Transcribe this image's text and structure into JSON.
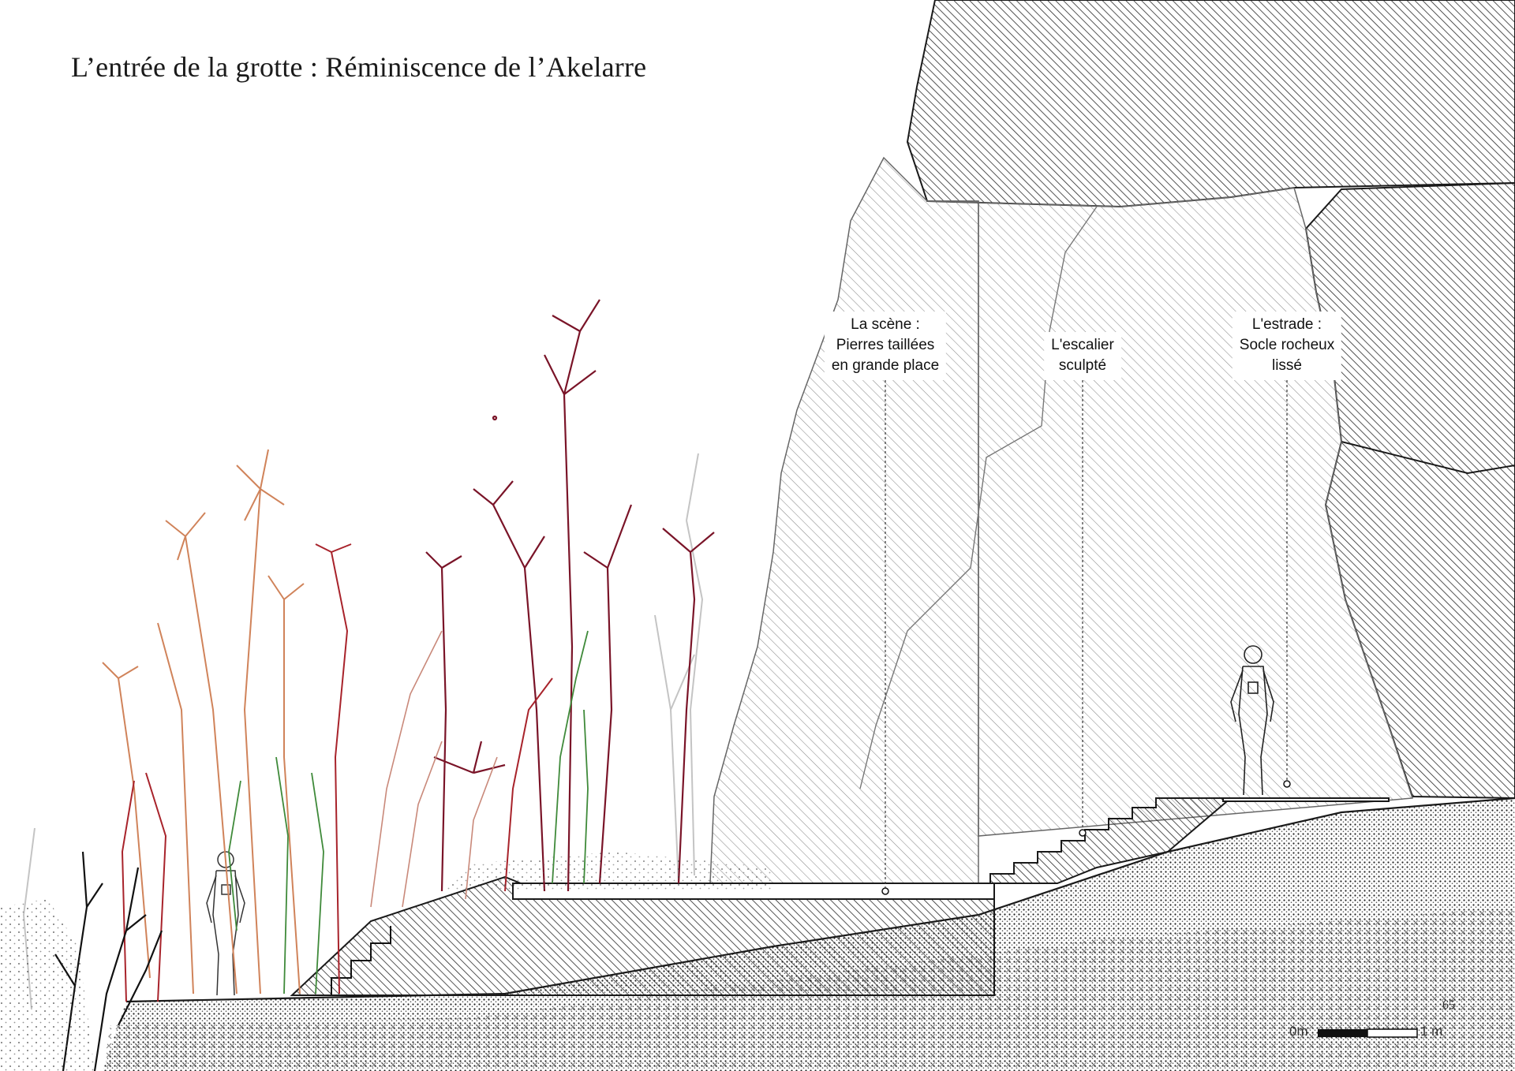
{
  "title": "L’entrée de la grotte : Réminiscence de l’Akelarre",
  "labels": {
    "scene": [
      "La scène :",
      "Pierres taillées",
      "en grande place"
    ],
    "escalier": [
      "L'escalier",
      "sculpté"
    ],
    "estrade": [
      "L'estrade :",
      "Socle rocheux",
      "lissé"
    ]
  },
  "scale_bar": {
    "start": "0m",
    "end": "1 m"
  },
  "page_number": "65",
  "colors": {
    "ink": "#1a1a1a",
    "rock_dark": "#3a3a3a",
    "rock_light": "#8a8a8a",
    "plant_maroon": "#7a1428",
    "plant_red": "#a8232b",
    "plant_orange": "#d0835a",
    "plant_pink": "#c9897a",
    "plant_green": "#3f8a3a",
    "plant_gray": "#b8b8b8"
  }
}
